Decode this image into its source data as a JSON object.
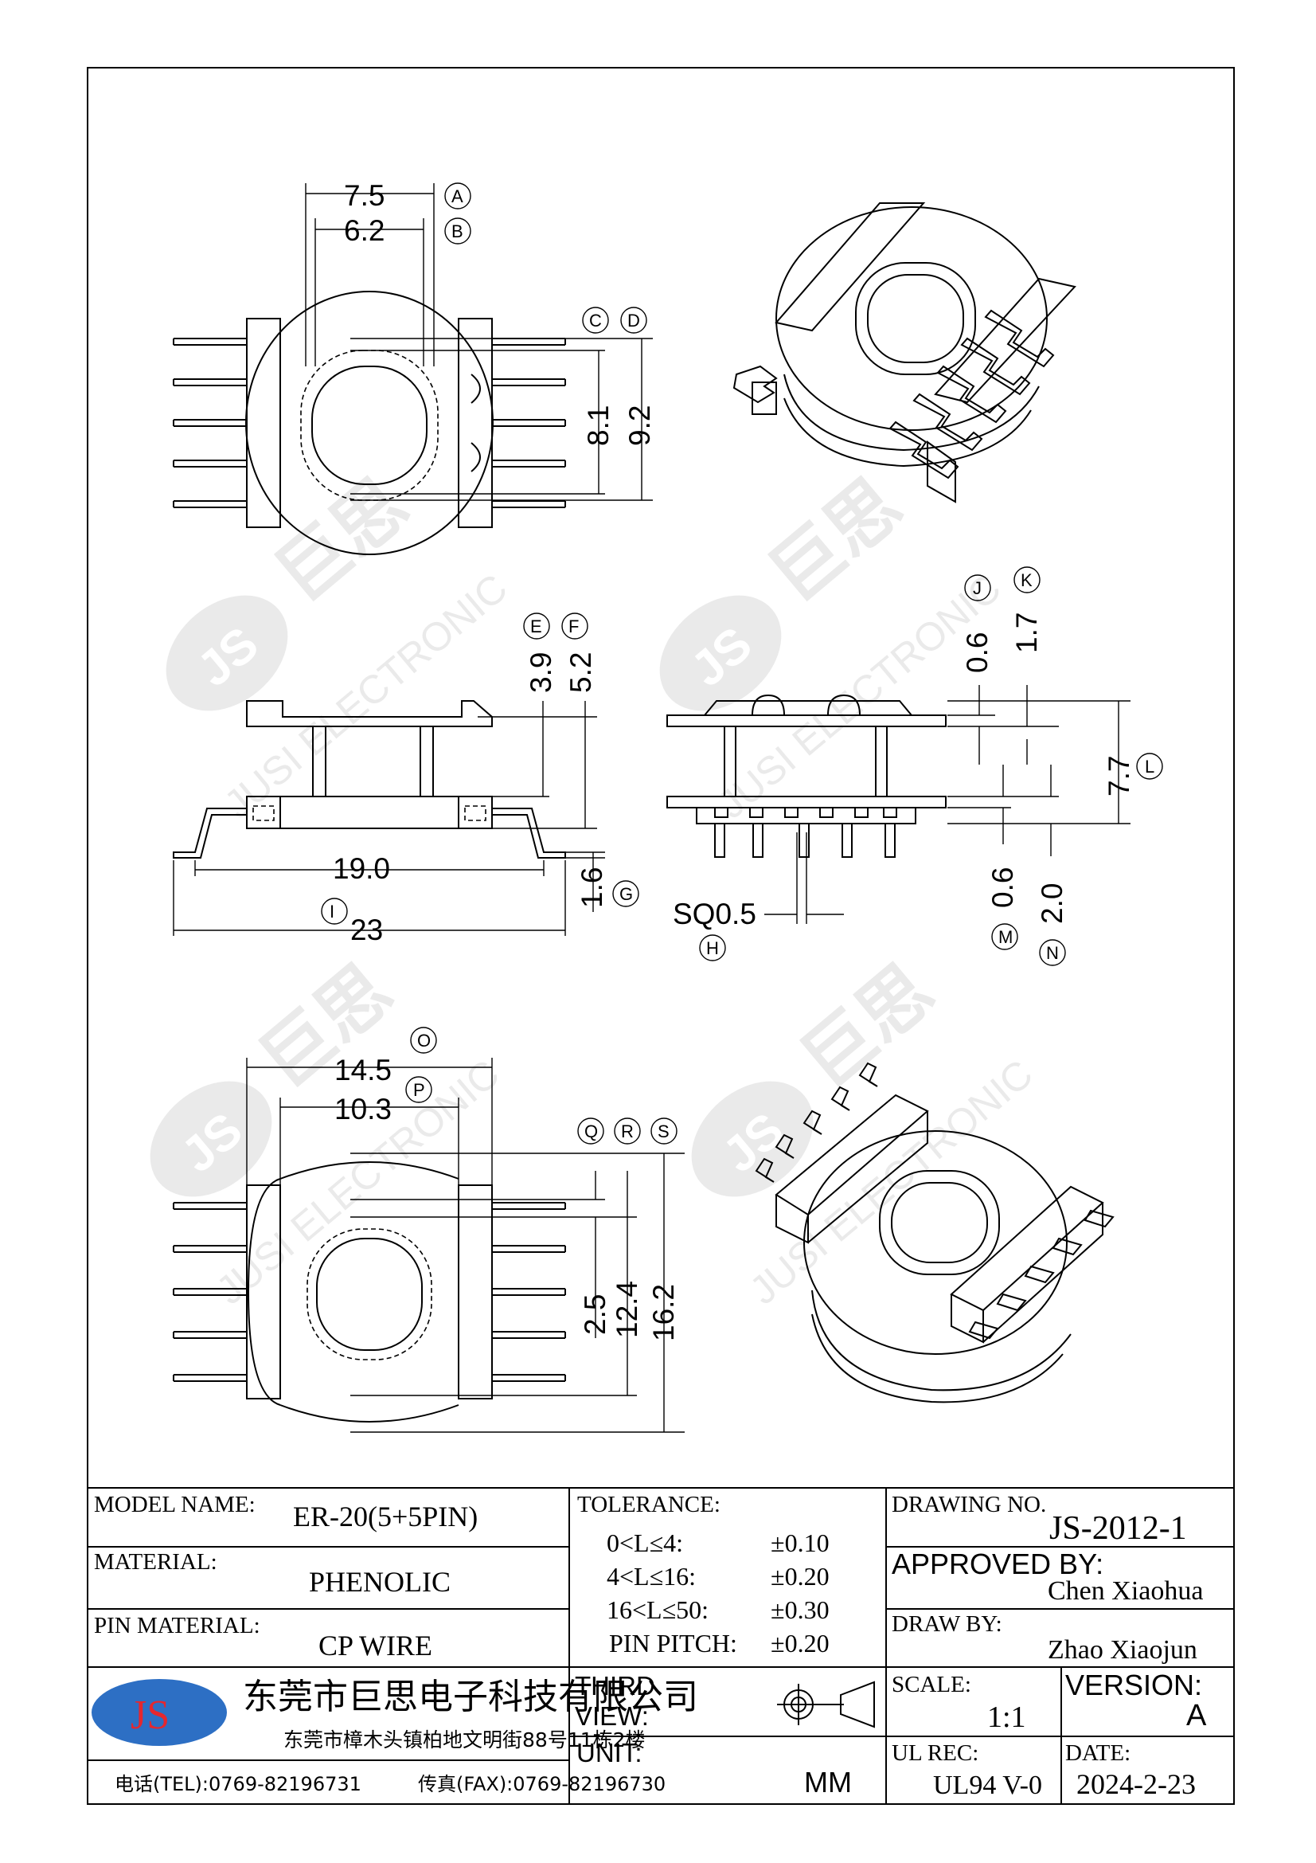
{
  "watermark": {
    "logo": "JS",
    "cn": "巨思",
    "en": "JUSI ELECTRONIC"
  },
  "top_view": {
    "dims": [
      {
        "value": "7.5",
        "circle": "A"
      },
      {
        "value": "6.2",
        "circle": "B"
      },
      {
        "value": "8.1",
        "circle": "C"
      },
      {
        "value": "9.2",
        "circle": "D"
      }
    ]
  },
  "side_view": {
    "dims": [
      {
        "value": "3.9",
        "circle": "E"
      },
      {
        "value": "5.2",
        "circle": "F"
      },
      {
        "value": "1.6",
        "circle": "G"
      },
      {
        "value": "19.0",
        "circle": ""
      },
      {
        "value": "23",
        "circle": "I"
      }
    ]
  },
  "front_view": {
    "dims": [
      {
        "value": "SQ0.5",
        "circle": "H"
      },
      {
        "value": "0.6",
        "circle": "J"
      },
      {
        "value": "1.7",
        "circle": "K"
      },
      {
        "value": "7.7",
        "circle": "L"
      },
      {
        "value": "0.6",
        "circle": "M"
      },
      {
        "value": "2.0",
        "circle": "N"
      }
    ]
  },
  "bottom_view": {
    "dims": [
      {
        "value": "14.5",
        "circle": "O"
      },
      {
        "value": "10.3",
        "circle": "P"
      },
      {
        "value": "2.5",
        "circle": "Q"
      },
      {
        "value": "12.4",
        "circle": "R"
      },
      {
        "value": "16.2",
        "circle": "S"
      }
    ]
  },
  "title_block": {
    "model_name_label": "MODEL NAME:",
    "model_name": "ER-20(5+5PIN)",
    "material_label": "MATERIAL:",
    "material": "PHENOLIC",
    "pin_material_label": "PIN MATERIAL:",
    "pin_material": "CP WIRE",
    "tolerance_label": "TOLERANCE:",
    "tolerances": [
      {
        "range": "0<L≤4:",
        "value": "±0.10"
      },
      {
        "range": "4<L≤16:",
        "value": "±0.20"
      },
      {
        "range": "16<L≤50:",
        "value": "±0.30"
      },
      {
        "range": "PIN PITCH:",
        "value": "±0.20"
      }
    ],
    "drawing_no_label": "DRAWING NO.",
    "drawing_no": "JS-2012-1",
    "approved_label": "APPROVED BY:",
    "approved_by": "Chen Xiaohua",
    "draw_label": "DRAW BY:",
    "draw_by": "Zhao Xiaojun",
    "company_logo": "JS",
    "company_name": "东莞市巨思电子科技有限公司",
    "company_address": "东莞市樟木头镇柏地文明街88号11栋2楼",
    "tel": "电话(TEL):0769-82196731",
    "fax": "传真(FAX):0769-82196730",
    "third_view_label_1": "THIRD",
    "third_view_label_2": "VIEW:",
    "unit_label": "UNIT:",
    "unit": "MM",
    "scale_label": "SCALE:",
    "scale": "1:1",
    "version_label": "VERSION:",
    "version": "A",
    "ul_label": "UL REC:",
    "ul": "UL94 V-0",
    "date_label": "DATE:",
    "date": "2024-2-23"
  }
}
